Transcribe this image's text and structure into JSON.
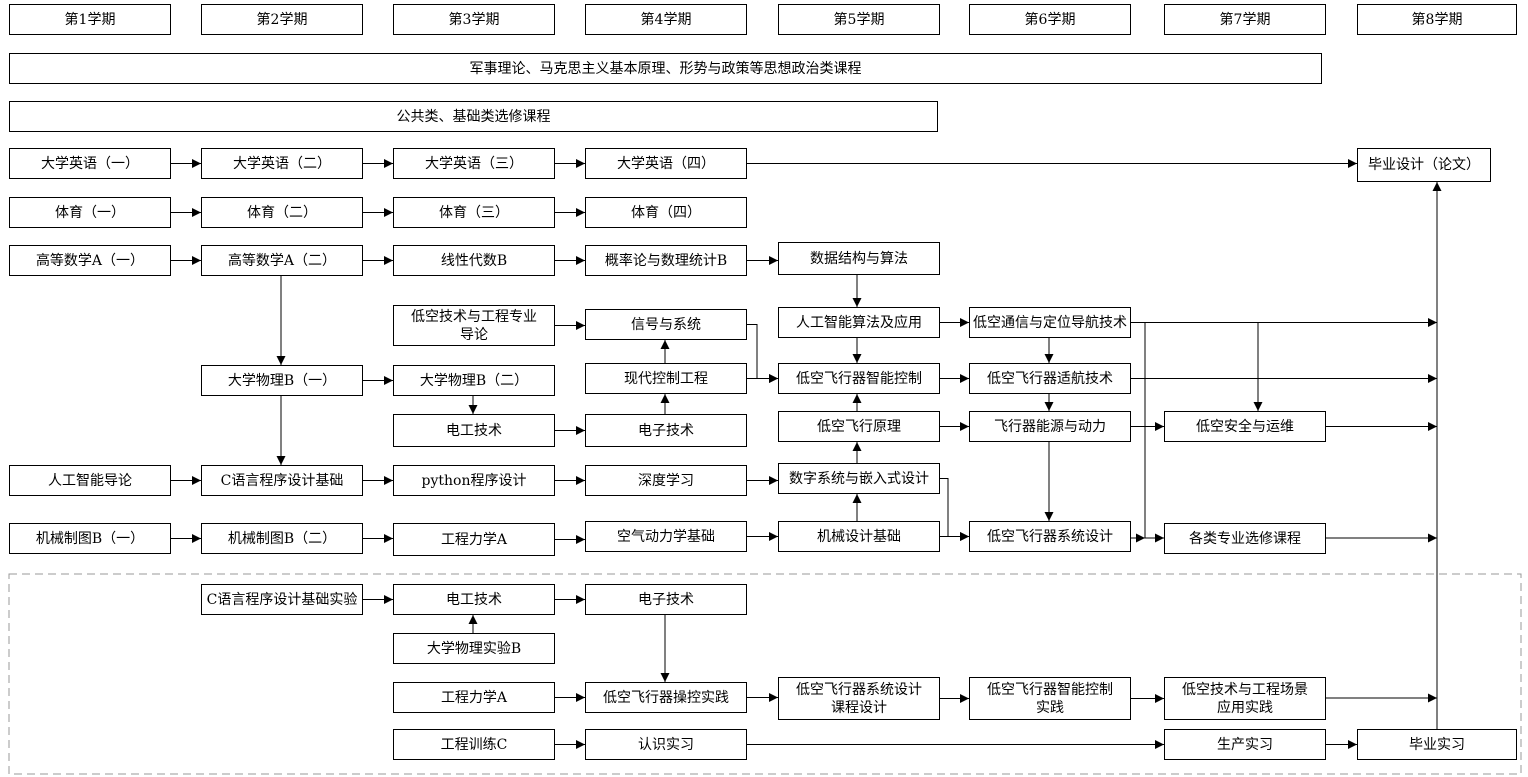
{
  "semesters": [
    "第1学期",
    "第2学期",
    "第3学期",
    "第4学期",
    "第5学期",
    "第6学期",
    "第7学期",
    "第8学期"
  ],
  "banners": {
    "politics": "军事理论、马克思主义基本原理、形势与政策等思想政治类课程",
    "public": "公共类、基础类选修课程"
  },
  "courses": {
    "eng1": "大学英语（一）",
    "eng2": "大学英语（二）",
    "eng3": "大学英语（三）",
    "eng4": "大学英语（四）",
    "thesis": "毕业设计（论文）",
    "pe1": "体育（一）",
    "pe2": "体育（二）",
    "pe3": "体育（三）",
    "pe4": "体育（四）",
    "math1": "高等数学A（一）",
    "math2": "高等数学A（二）",
    "linalg": "线性代数B",
    "prob": "概率论与数理统计B",
    "dsa": "数据结构与算法",
    "intro": "低空技术与工程专业\n导论",
    "signal": "信号与系统",
    "ai_app": "人工智能算法及应用",
    "comm_nav": "低空通信与定位导航技术",
    "phys1": "大学物理B（一）",
    "phys2": "大学物理B（二）",
    "control": "现代控制工程",
    "ai_control": "低空飞行器智能控制",
    "airworthy": "低空飞行器适航技术",
    "elec_eng": "电工技术",
    "electronics": "电子技术",
    "flight": "低空飞行原理",
    "energy": "飞行器能源与动力",
    "safety": "低空安全与运维",
    "ai_intro": "人工智能导论",
    "c_prog": "C语言程序设计基础",
    "python": "python程序设计",
    "deep": "深度学习",
    "embedded": "数字系统与嵌入式设计",
    "draw1": "机械制图B（一）",
    "draw2": "机械制图B（二）",
    "mech": "工程力学A",
    "aero": "空气动力学基础",
    "mdesign": "机械设计基础",
    "sysdesign": "低空飞行器系统设计",
    "electives": "各类专业选修课程",
    "c_lab": "C语言程序设计基础实验",
    "p_elec_eng": "电工技术",
    "p_electronics": "电子技术",
    "phys_lab": "大学物理实验B",
    "p_mech": "工程力学A",
    "operate": "低空飞行器操控实践",
    "course_design": "低空飞行器系统设计\n课程设计",
    "ctrl_practice": "低空飞行器智能控制\n实践",
    "scenario": "低空技术与工程场景\n应用实践",
    "training": "工程训练C",
    "cognition": "认识实习",
    "production": "生产实习",
    "grad_intern": "毕业实习"
  }
}
